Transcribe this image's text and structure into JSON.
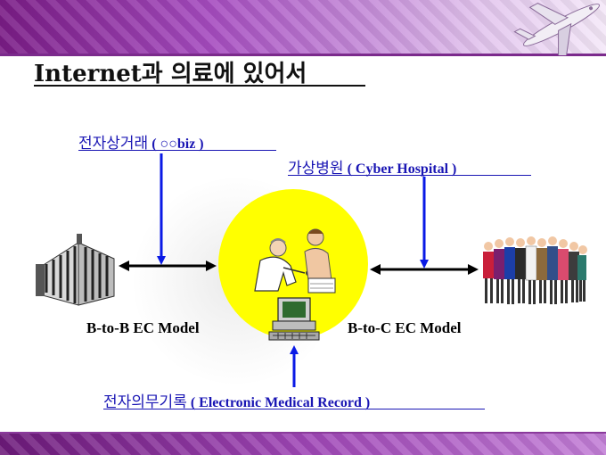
{
  "slide": {
    "title": "Internet과 의료에 있어서"
  },
  "labels": {
    "ec_korean": "전자상거래",
    "ec_english": " ( ○○biz )",
    "hospital_korean": "가상병원",
    "hospital_english": " ( Cyber Hospital )",
    "emr_korean": "전자의무기록",
    "emr_english": " ( Electronic Medical Record )",
    "b2b": "B-to-B EC Model",
    "b2c": "B-to-C EC Model"
  },
  "colors": {
    "label_blue": "#1a16b4",
    "circle_fill": "#ffff00",
    "arrow_blue": "#0a1ae6",
    "theme_purple": "#7a1c86"
  },
  "icons": {
    "building": "building-icon",
    "doctor_patient": "doctor-patient-icon",
    "computer": "computer-icon",
    "people": "people-group-icon",
    "airplane": "airplane-icon"
  }
}
